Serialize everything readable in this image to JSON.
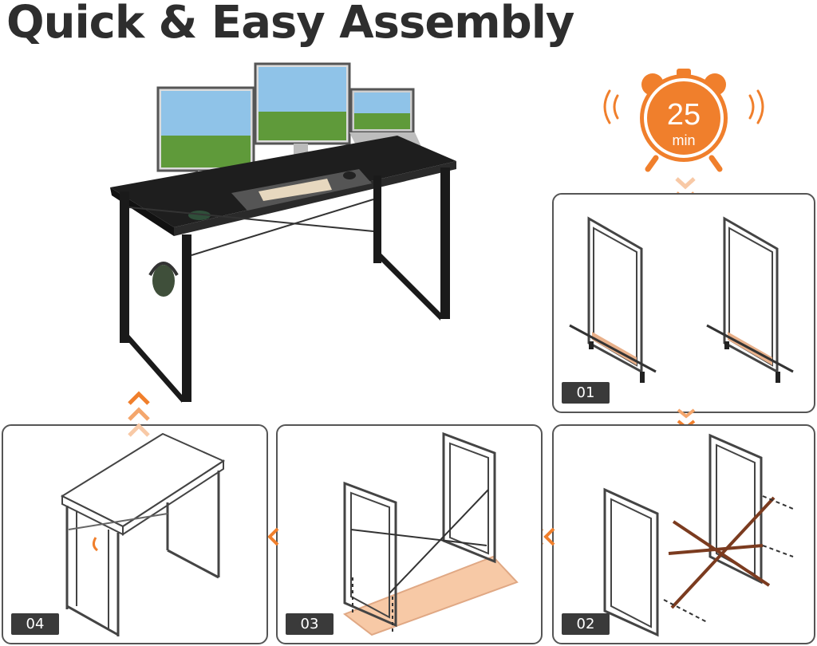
{
  "headline": "Quick & Easy Assembly",
  "timer": {
    "value": "25",
    "unit": "min"
  },
  "steps": [
    {
      "label": "01"
    },
    {
      "label": "02"
    },
    {
      "label": "03"
    },
    {
      "label": "04"
    }
  ],
  "colors": {
    "accent": "#f07f2c",
    "badge": "#3a3a3a",
    "desk": "#1e1e1e",
    "wood": "#f4c4a0",
    "brace": "#7b3b1f"
  },
  "icons": [
    "alarm-clock-icon",
    "chevron-down-icon",
    "chevron-left-icon",
    "chevron-up-icon"
  ]
}
